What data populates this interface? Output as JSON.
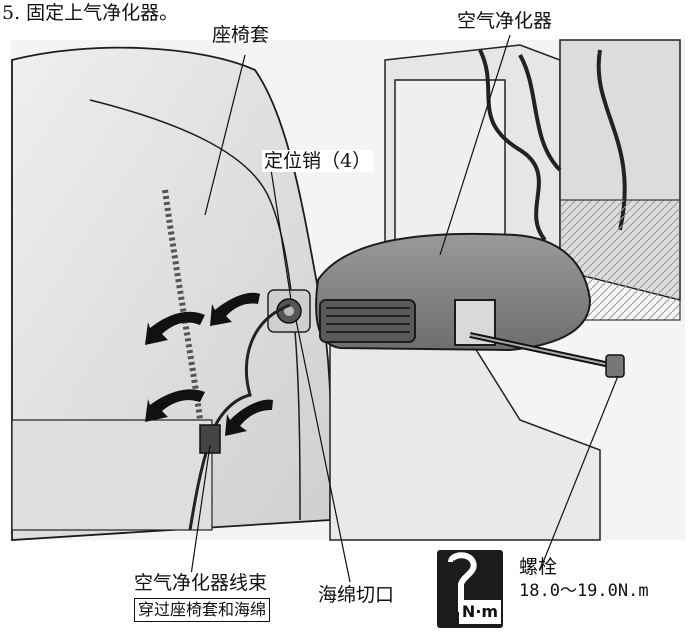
{
  "step_heading": "5. 固定上气净化器。",
  "labels": {
    "seat_cover": "座椅套",
    "air_purifier": "空气净化器",
    "locating_pin": "定位销（4）",
    "sponge_cut": "海绵切口",
    "harness": "空气净化器线束",
    "harness_note": "穿过座椅套和海绵",
    "bolt": "螺栓",
    "torque": "18.0～19.0N.m",
    "torque_icon_text": "N·m"
  },
  "colors": {
    "line": "#111111",
    "panel": "#e8e8e8",
    "purifier": "#8a8a8a",
    "icon_bg": "#1b1b1b"
  },
  "icons": [
    "torque-wrench-icon",
    "arrow-icon"
  ]
}
